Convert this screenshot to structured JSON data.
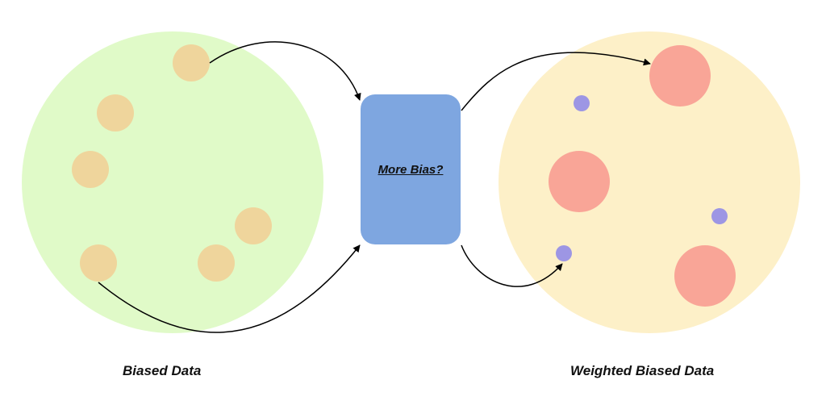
{
  "colors": {
    "left_circle": "#e0fac8",
    "left_dot": "#efd59c",
    "right_circle": "#fdf0c8",
    "large_dot": "#f9a597",
    "small_dot": "#9d96e4",
    "box": "#7ea6e0",
    "arrow": "#000000"
  },
  "labels": {
    "left": "Biased Data",
    "center": "More Bias?",
    "right": "Weighted Biased Data"
  }
}
